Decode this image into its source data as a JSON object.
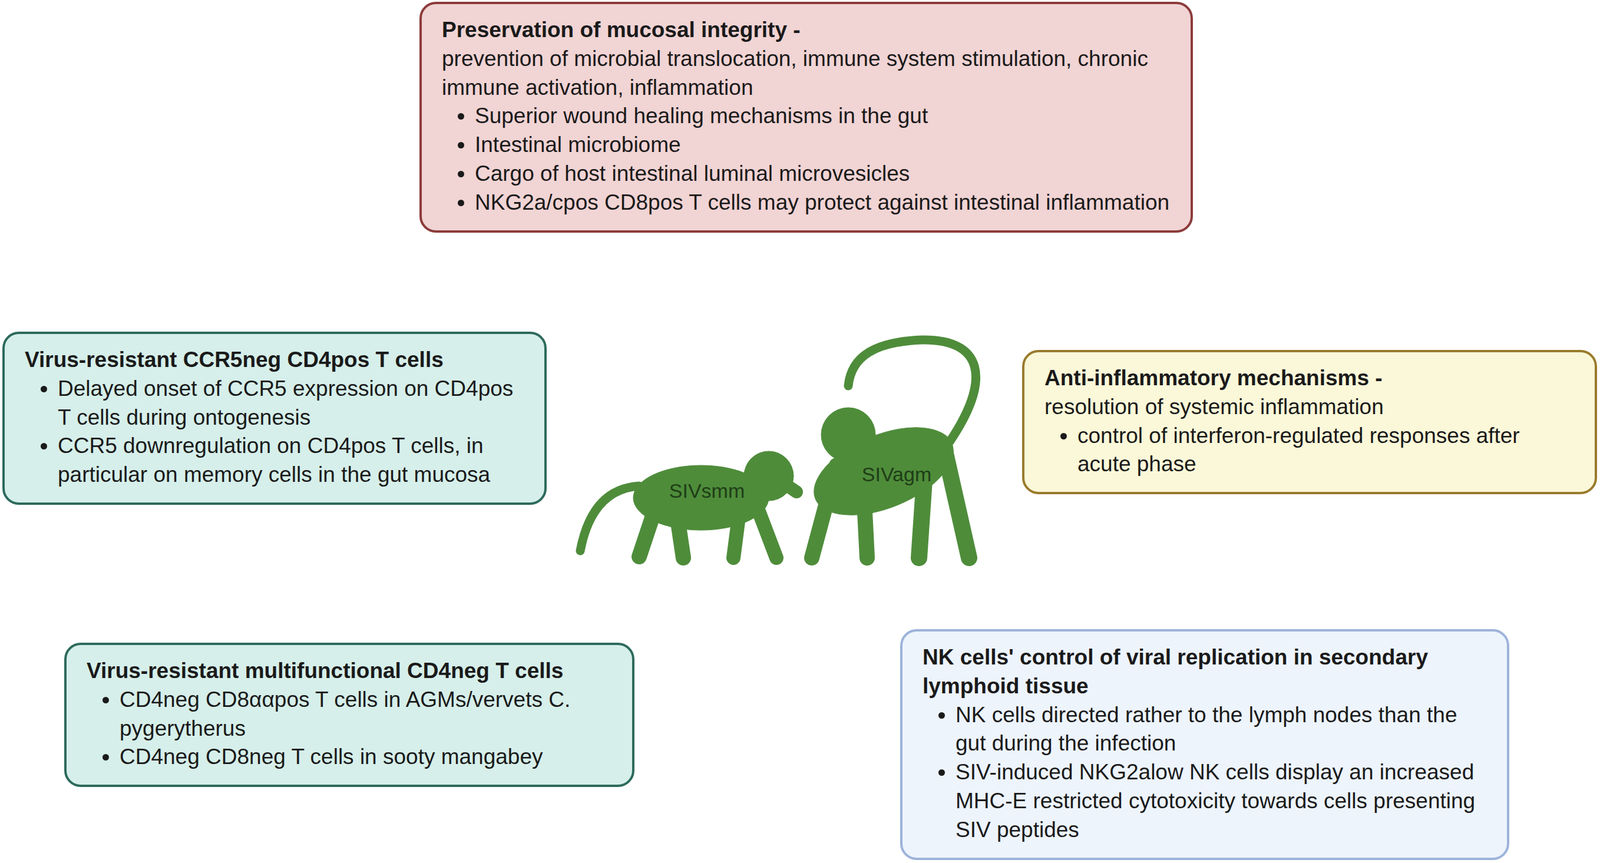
{
  "diagram": {
    "nodes": [
      {
        "text": [
          "Preservation of mucosal integrity -",
          "prevention of microbial translocation, immune system stimulation, chronic immune activation, inflammation",
          "Superior wound healing mechanisms in the gut",
          "Intestinal microbiome",
          "Cargo of host intestinal luminal microvesicles",
          "NKG2a/cpos CD8pos T cells may protect against intestinal inflammation"
        ]
      },
      {
        "text": [
          "Virus-resistant CCR5neg CD4pos T cells",
          "Delayed onset of CCR5 expression on CD4pos T cells during ontogenesis",
          "CCR5 downregulation on CD4pos T cells, in particular on memory cells in the gut mucosa"
        ]
      },
      {
        "text": [
          "Anti-inflammatory mechanisms -",
          "resolution of systemic inflammation",
          "control of interferon-regulated responses after acute phase"
        ]
      },
      {
        "text": [
          "Virus-resistant multifunctional CD4neg T cells",
          "CD4neg CD8ααpos T cells in AGMs/vervets C. pygerytherus",
          "CD4neg CD8neg T cells in sooty mangabey"
        ]
      },
      {
        "text": [
          "NK cells' control of viral replication in secondary lymphoid tissue",
          "NK cells directed rather to the lymph nodes than the gut during the infection",
          "SIV-induced NKG2alow NK cells display an increased MHC-E restricted cytotoxicity towards cells presenting SIV peptides"
        ]
      }
    ],
    "labels": [
      "SIVsmm",
      "SIVagm"
    ]
  }
}
